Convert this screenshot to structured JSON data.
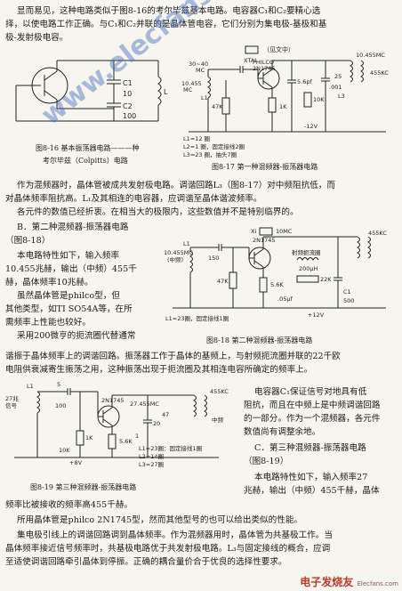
{
  "page": {
    "text_top": [
      "显而易见，这种电路类似于图8-16的考尔毕兹基本电路。电容器C₁和C₂要精心选",
      "择，以使电路工作正确。与C₁和C₂并联的是晶体管电容，它们分别为集电极-基极和基",
      "极-发射极电容。"
    ],
    "fig16_caption_1": "图8-16  基本振荡器电路———种",
    "fig16_caption_2": "考尔毕兹（Colpitts）电路",
    "fig17_caption": "图8-17  第一种混频器-振荡器电路",
    "text_mid": [
      "作为混频器时，晶体管被成共发射极电路。调谐回路L₃（图8-17）对中频阻抗低，而",
      "对晶体频率阻抗高。L₁及其相连的电容器，应调谐至晶体谐波频率。",
      "各元件的数值已经折衷。在相当大的极限内，这些数值并不是特别临界的。"
    ],
    "section_b_title": "B．第二种混频器-振荡器电路",
    "section_b_ref": "（图8-18）",
    "text_b_left": [
      "本电路特性如下，输入频率",
      "10.455兆赫，输出（中频）455千",
      "赫，晶体频率10兆赫。",
      "虽然晶体管是philco型，但",
      "其他类型，如TI SO54A等，在所",
      "需频率上性能也较好。",
      "采用200微亨的扼流圈代替通常"
    ],
    "fig18_caption": "图8-18  第二种混频器-振荡器电路",
    "text_b_full": [
      "谐振于晶体频率上的调谐回路。振荡器工作于晶体的基频上，与射频扼流圈并联的22千欧",
      "电阻供衰减寄生振荡之用，这种振荡出现于扼流圈及其相连电容所确定的频率上。"
    ],
    "text_b_right": [
      "电容器C₁保证信号对地具有低",
      "阻抗，而且在中频上是中频调谐回路",
      "的一部分。作为一个混频器，各元件",
      "数值尚有调整余地。"
    ],
    "section_c_title": "C．第三种混频器-振荡器电路",
    "section_c_ref": "（图8-19）",
    "text_c_right": [
      "本电路特性如下，输入频率27",
      "兆赫，输出（中频）455千赫，晶体"
    ],
    "fig19_caption": "图8-19  第三种混频器-振荡器电路",
    "text_bottom": [
      "频率比被接收的频率高455千赫。",
      "所用晶体管是philco 2N1745型，然而其他型号的也可以给出类似的性能。",
      "集电极引线上的调谐回路调到晶体频率。作为混频器用时，晶体管为共基极工作。当",
      "晶体频率接近信号频率时，共基极电路优于共发射极电路。L₃与固定接线的概合，应调",
      "至适使调谐回路牵引晶体到停振。正确的耦合量价合于优良的选择性要求。"
    ]
  },
  "fig16": {
    "labels": {
      "c1": "C1",
      "c2": "C2",
      "l": "L",
      "v10": "10",
      "v100": "100"
    }
  },
  "fig17": {
    "labels": {
      "crystal_note": "（见文中）",
      "xtal": "XTAL",
      "pf30_40": "30~40",
      "mc": "MC",
      "in_freq": "10.455",
      "in_mc": "MC",
      "l1": "L1",
      "philco": "PHILCO",
      "trans": "2N1745",
      "pf50": "5.6pf",
      "c10k": "10K",
      "r1k": "1K",
      "r47k": "47K",
      "c001": ".001",
      "c25": "25",
      "out_freq": "10.455MC",
      "out": "455KC",
      "v12": "-12V",
      "l3": "L3",
      "note1": "L1=12 圈",
      "note2": "L2=1 圈，固定接线2圈",
      "note3": "L3=23 圈，抽头7圈"
    }
  },
  "fig18": {
    "labels": {
      "xtal": "10MC",
      "xi": "Xi",
      "in1": "10.455MC",
      "in2": "(中频)",
      "l1": "L1",
      "c150": "150",
      "r47k": "47K",
      "trans": "2N1745",
      "r56k": "5.6K",
      "choke": "射频扼流圈",
      "choke_uh": "200μH",
      "r22k": "22K",
      "c05": ".05μf",
      "c500": "500",
      "cc": "C1",
      "out": "455KC",
      "v12": "+12V",
      "note": "L1=23圈，固定接线1圈"
    }
  },
  "fig19": {
    "labels": {
      "in1": "27兆",
      "in2": "信号",
      "l1": "L1",
      "c5": "5",
      "c100": "100",
      "c1": "1",
      "trans": "2N1745",
      "c20": "20",
      "r56k": "5.6K",
      "r1k": "1K",
      "r10k": "10K",
      "c47": "47",
      "v8": "+8V",
      "out": "455KC",
      "out2": "中频",
      "xtal": "27.455MC",
      "note1": "L1=23圈：固定接线1圈",
      "note2": "L2=14圈",
      "note3": "L3=27圈"
    }
  },
  "watermark": "www.elecfans.com",
  "logo": {
    "main": "电子发烧友",
    "sub": "Elecfans.com"
  }
}
